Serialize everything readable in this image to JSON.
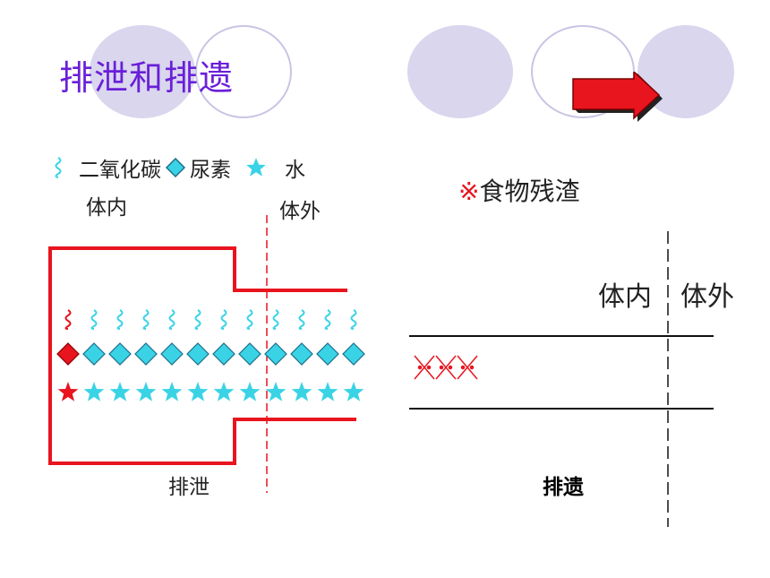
{
  "title": "排泄和排遗",
  "left": {
    "legend": {
      "co2": "二氧化碳",
      "urea": "尿素",
      "water": "水"
    },
    "inside_label": "体内",
    "outside_label": "体外",
    "caption": "排泄"
  },
  "right": {
    "legend": {
      "food": "食物残渣",
      "food_symbol": "※"
    },
    "inside_label": "体内",
    "outside_label": "体外",
    "caption": "排遗"
  },
  "colors": {
    "title": "#6a1fd8",
    "accent_red": "#e8141e",
    "cyan": "#3ad3e6",
    "deco_fill": "#d9d6ee",
    "deco_ring": "#c9c4e4"
  },
  "icons": {
    "next": "arrow-right-icon"
  }
}
